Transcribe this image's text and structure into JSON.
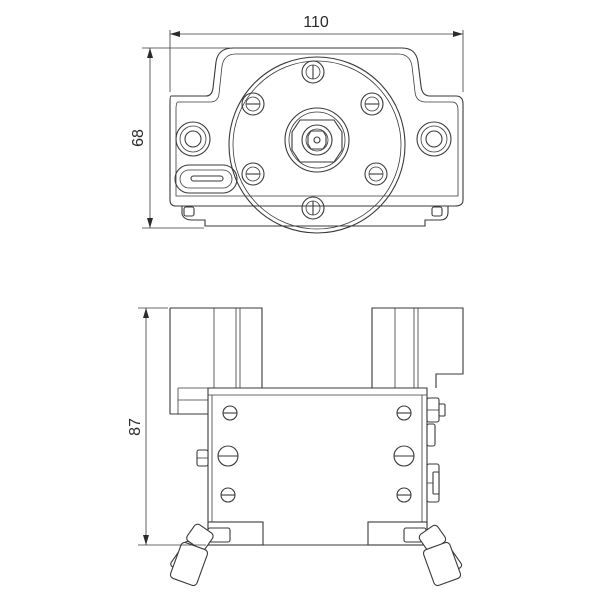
{
  "dimensions": {
    "top_width": "110",
    "top_height": "68",
    "side_height": "87"
  }
}
